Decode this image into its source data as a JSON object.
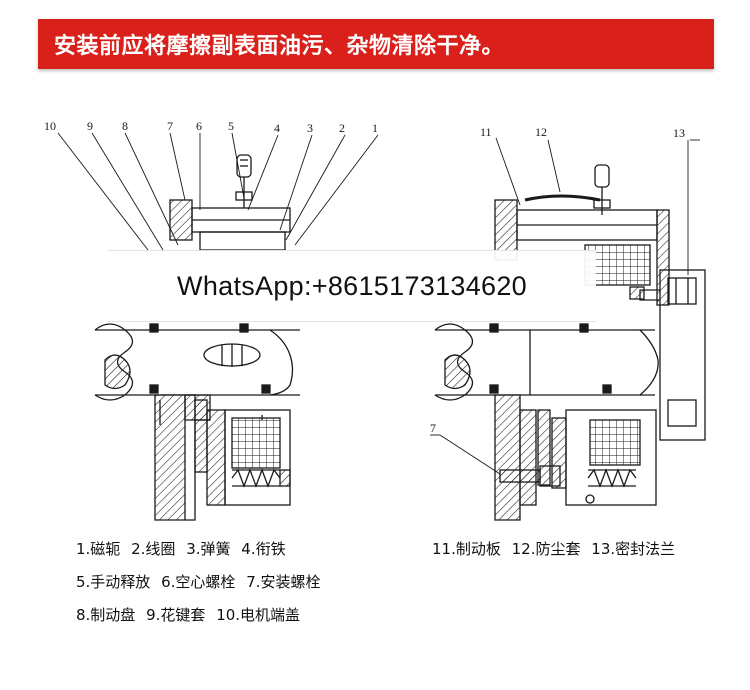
{
  "banner": {
    "text": "安装前应将摩擦副表面油污、杂物清除干净。",
    "color": "#d9201b"
  },
  "watermark": {
    "text": "WhatsApp:+8615173134620"
  },
  "left_callouts": [
    "10",
    "9",
    "8",
    "7",
    "6",
    "5",
    "4",
    "3",
    "2",
    "1"
  ],
  "right_callouts": {
    "c11": "11",
    "c12": "12",
    "c13": "13",
    "c7": "7"
  },
  "legend_left": [
    [
      "1.磁轭",
      "2.线圈",
      "3.弹簧",
      "4.衔铁"
    ],
    [
      "5.手动释放",
      "6.空心螺栓",
      "7.安装螺栓"
    ],
    [
      "8.制动盘",
      "9.花键套",
      "10.电机端盖"
    ]
  ],
  "legend_right": [
    [
      "11.制动板",
      "12.防尘套",
      "13.密封法兰"
    ]
  ],
  "colors": {
    "line": "#1a1a1a",
    "fill_hatch": "#1a1a1a"
  }
}
